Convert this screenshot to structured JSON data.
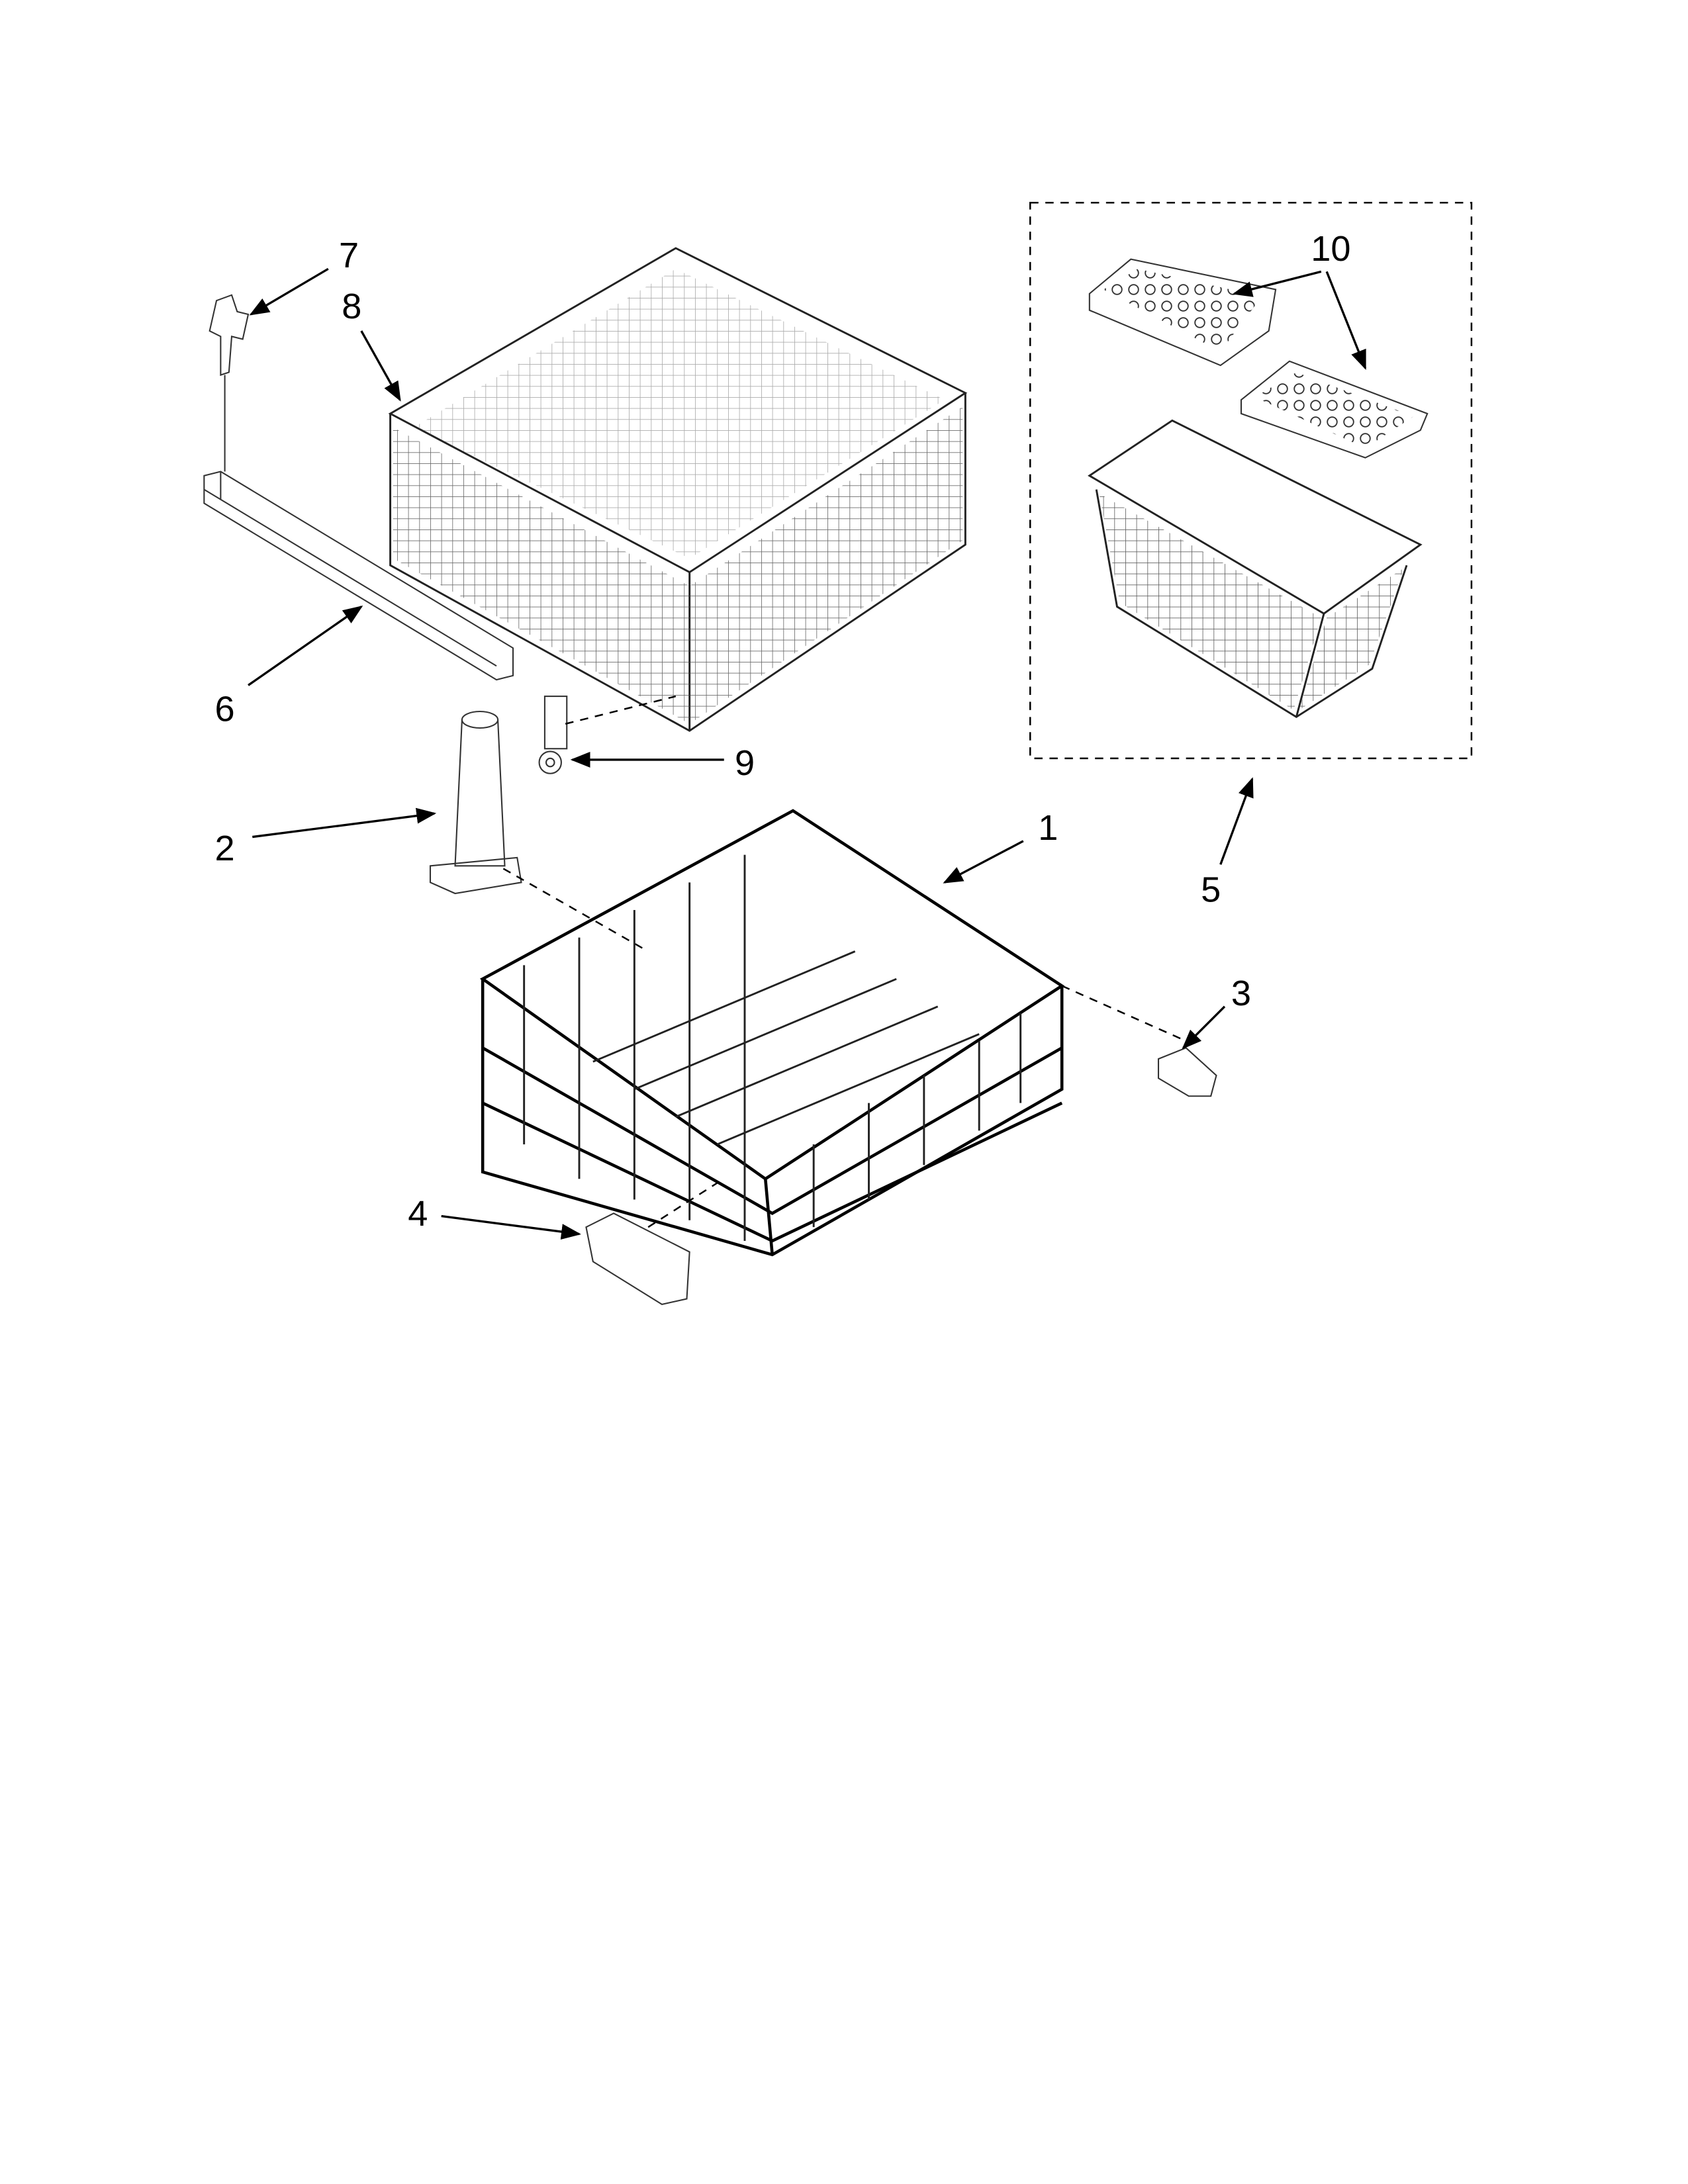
{
  "diagram": {
    "type": "exploded parts diagram",
    "parts": [
      {
        "id": "1",
        "label": "1",
        "item": "lower-rack"
      },
      {
        "id": "2",
        "label": "2",
        "item": "tower"
      },
      {
        "id": "3",
        "label": "3",
        "item": "rear-rack-stop"
      },
      {
        "id": "4",
        "label": "4",
        "item": "front-rack-stop"
      },
      {
        "id": "5",
        "label": "5",
        "item": "silverware-basket-assembly"
      },
      {
        "id": "6",
        "label": "6",
        "item": "rail"
      },
      {
        "id": "7",
        "label": "7",
        "item": "rail-clip"
      },
      {
        "id": "8",
        "label": "8",
        "item": "upper-rack"
      },
      {
        "id": "9",
        "label": "9",
        "item": "rack-wheel"
      },
      {
        "id": "10",
        "label": "10",
        "item": "basket-lids"
      }
    ]
  }
}
